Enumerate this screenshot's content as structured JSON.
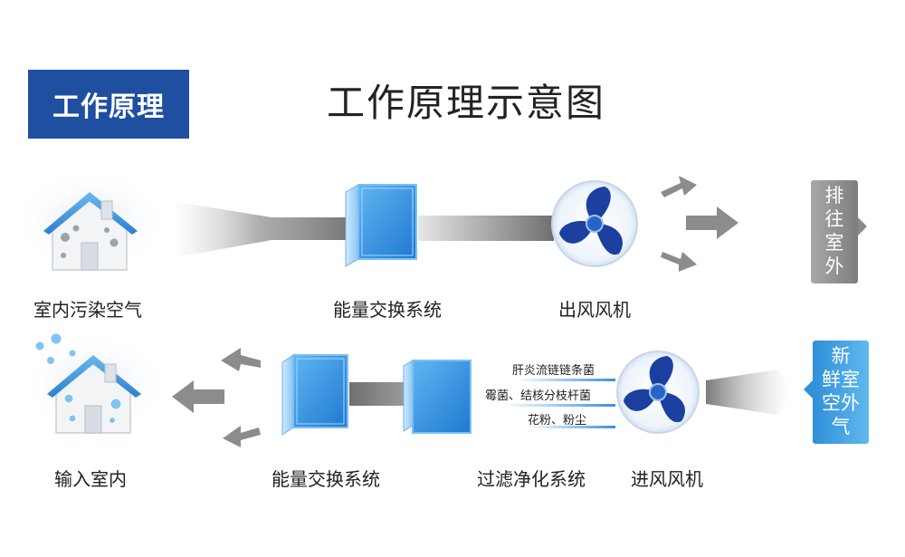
{
  "badge": "工作原理",
  "title": "工作原理示意图",
  "top_row": {
    "source": "室内污染空气",
    "exchanger": "能量交换系统",
    "fan": "出风风机",
    "exit_lines": [
      "排",
      "往",
      "室",
      "外"
    ]
  },
  "bottom_row": {
    "target": "输入室内",
    "exchanger": "能量交换系统",
    "filter": "过滤净化系统",
    "fan": "进风风机",
    "fresh_lines": [
      "新",
      "鲜室",
      "空外",
      "气"
    ],
    "germs": [
      "肝炎流链链条菌",
      "霉菌、结核分枝杆菌",
      "花粉、粉尘"
    ]
  },
  "colors": {
    "badge": "#1f4fa0",
    "exit_tab": "#8a8a8a",
    "fresh_tab": "#3a9fe0",
    "fan_blue": "#1c3fa0",
    "box_blue": "#2d8fe0"
  }
}
